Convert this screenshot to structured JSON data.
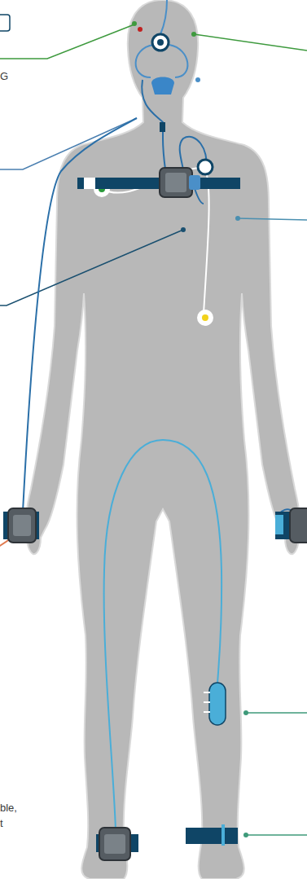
{
  "diagram": {
    "labels": [
      "G",
      "ble,",
      "t"
    ]
  }
}
